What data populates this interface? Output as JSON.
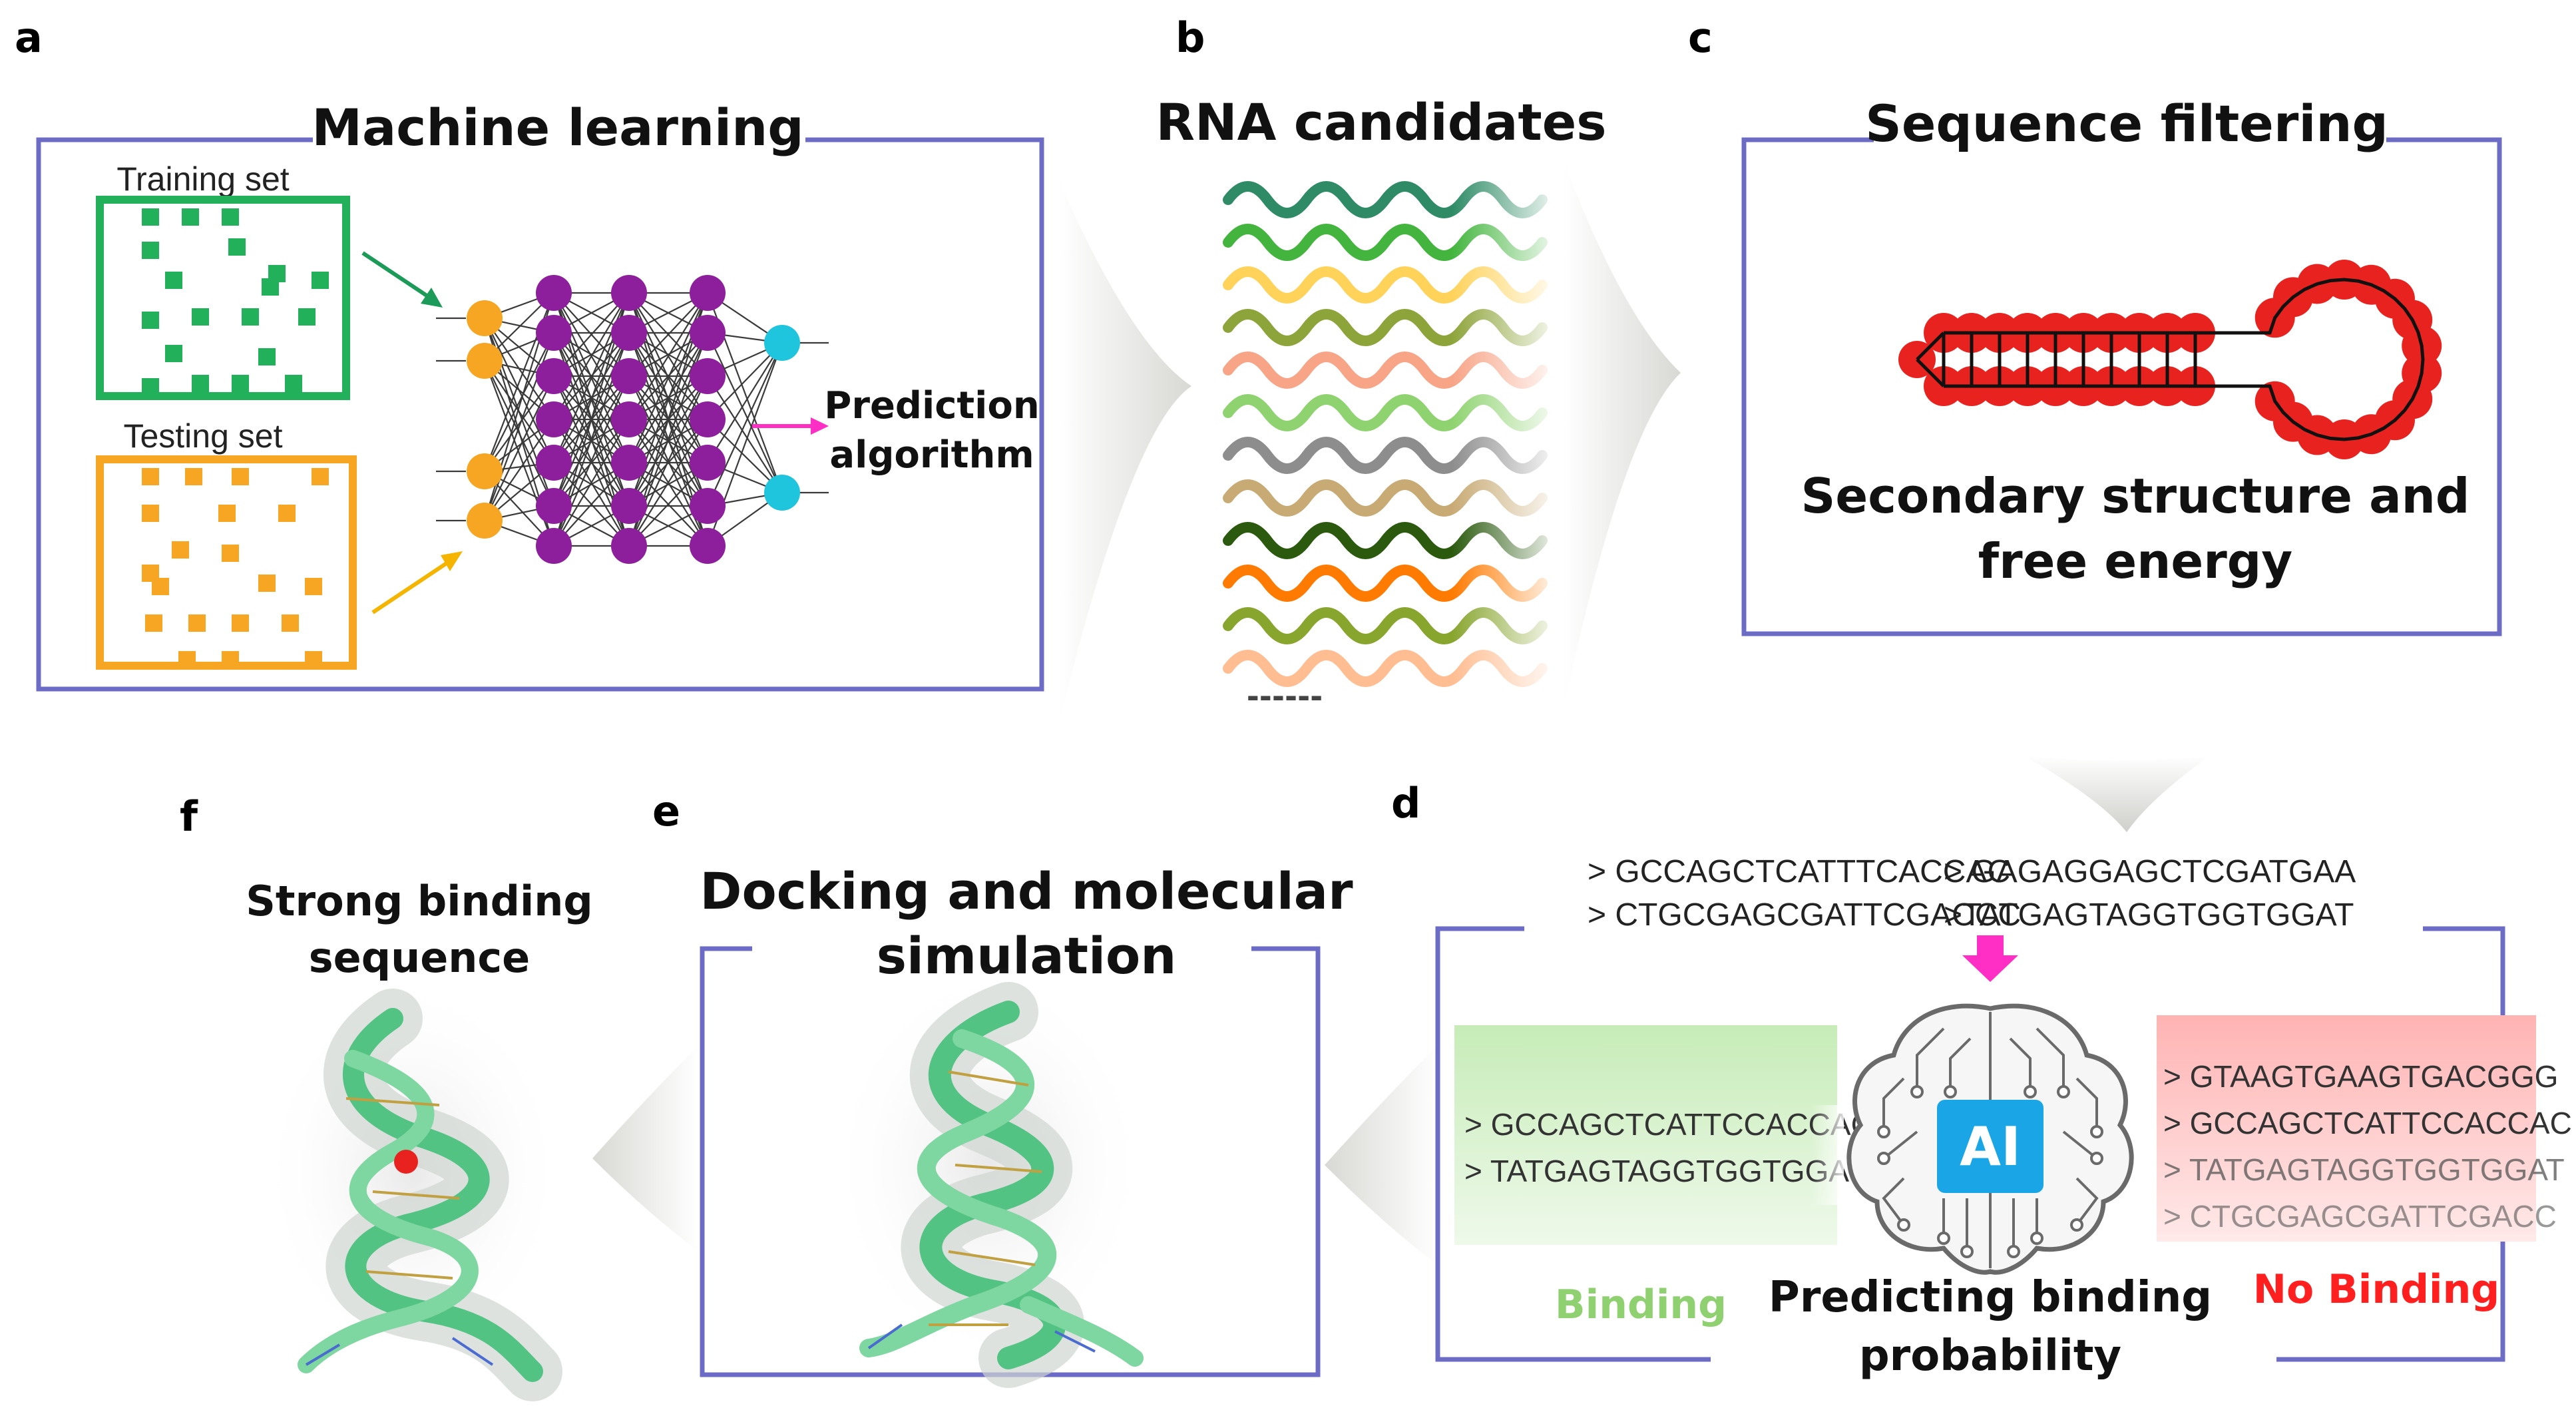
{
  "panels": {
    "a": {
      "letter": "a",
      "title": "Machine learning",
      "training_label": "Training set",
      "testing_label": "Testing set",
      "prediction_line1": "Prediction",
      "prediction_line2": "algorithm"
    },
    "b": {
      "letter": "b",
      "title": "RNA candidates",
      "ellipsis": "------"
    },
    "c": {
      "letter": "c",
      "title": "Sequence filtering",
      "caption_line1": "Secondary structure and",
      "caption_line2": "free energy"
    },
    "d": {
      "letter": "d",
      "input_sequences": [
        "> GCCAGCTCATTTCACCAC",
        "> GAGAGGAGCTCGATGAA",
        "> CTGCGAGCGATTCGACCC",
        ">TATGAGTAGGTGGTGGAT"
      ],
      "binding_sequences": [
        "> GCCAGCTCATTCCACCAC",
        "> TATGAGTAGGTGGTGGAT"
      ],
      "nobinding_sequences": [
        "> GTAAGTGAAGTGACGGG",
        "> GCCAGCTCATTCCACCAC",
        "> TATGAGTAGGTGGTGGAT",
        "> CTGCGAGCGATTCGACC"
      ],
      "ai_label": "AI",
      "binding_label": "Binding",
      "nobinding_label": "No Binding",
      "caption_line1": "Predicting binding",
      "caption_line2": "probability"
    },
    "e": {
      "letter": "e",
      "title_line1": "Docking and molecular",
      "title_line2": "simulation"
    },
    "f": {
      "letter": "f",
      "title_line1": "Strong binding",
      "title_line2": "sequence"
    }
  },
  "colors": {
    "frame": "#6c6cc6",
    "green": "#22b15a",
    "orange": "#f6a623",
    "purple": "#8e1f9c",
    "cyan": "#1ec5dc",
    "magenta": "#ff2ec4",
    "red": "#e8231f",
    "binding_green": "#8fd170",
    "nobinding_red": "#ff1f1f",
    "ai_blue": "#1aa6e6"
  },
  "wave_colors": [
    "#2e8b66",
    "#43b53e",
    "#ffd25a",
    "#8da43a",
    "#f7a487",
    "#8fd370",
    "#8d8d8d",
    "#c8aa74",
    "#2b5a0f",
    "#ff7a00",
    "#88a52e",
    "#ffbd91"
  ],
  "icons": [
    "brain-circuit-icon",
    "rna-hairpin-icon",
    "rna-molecule-icon",
    "arrow-right-icon",
    "arrow-down-icon",
    "arrow-left-icon"
  ]
}
